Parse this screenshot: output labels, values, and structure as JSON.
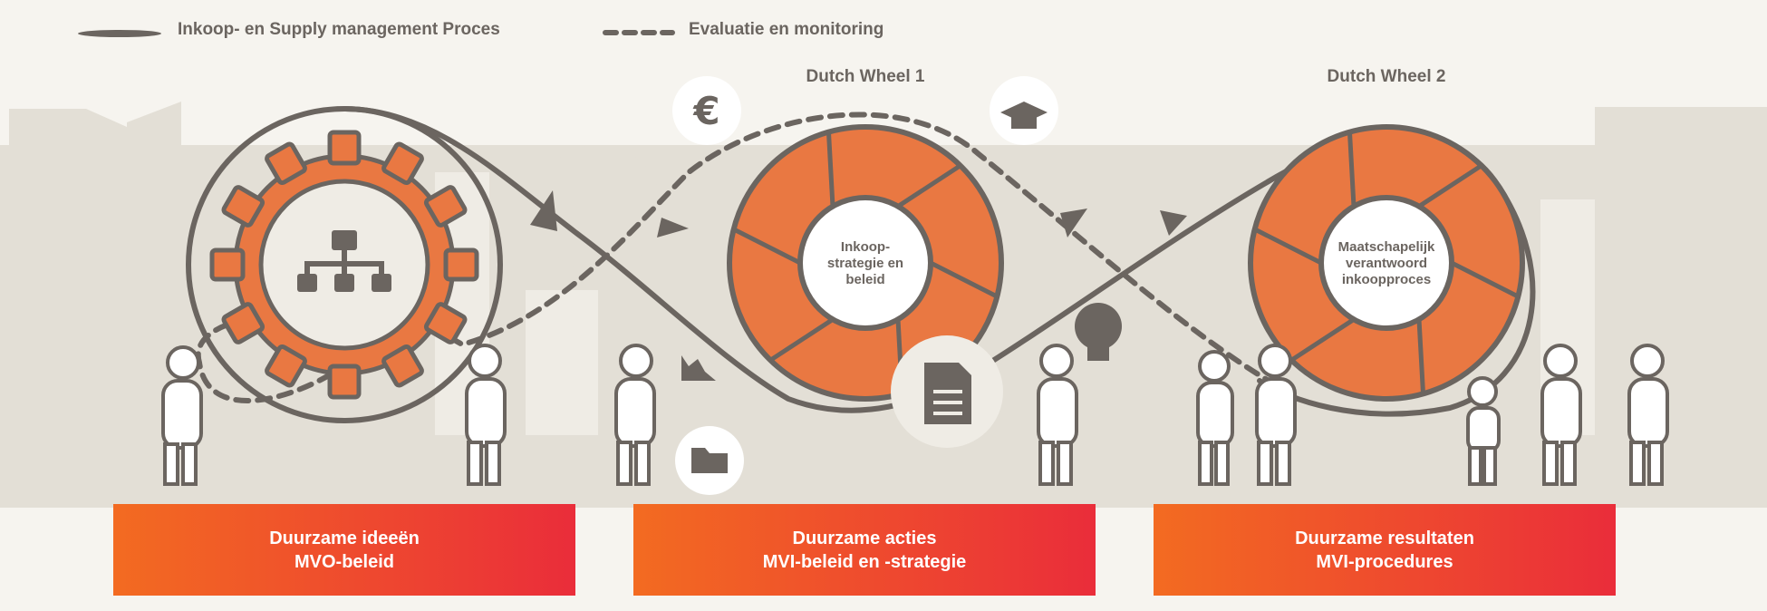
{
  "legend": {
    "solid_label": "Inkoop- en Supply management Proces",
    "dashed_label": "Evaluatie en monitoring"
  },
  "wheels": [
    {
      "title": "Dutch Wheel 1",
      "center_text": [
        "Inkoop-",
        "strategie en",
        "beleid"
      ]
    },
    {
      "title": "Dutch Wheel 2",
      "center_text": [
        "Maatschapelijk",
        "verantwoord",
        "inkoopproces"
      ]
    }
  ],
  "banners": [
    {
      "line1": "Duurzame ideeën",
      "line2": "MVO-beleid"
    },
    {
      "line1": "Duurzame acties",
      "line2": "MVI-beleid en -strategie"
    },
    {
      "line1": "Duurzame resultaten",
      "line2": "MVI-procedures"
    }
  ],
  "icons": [
    "euro-icon",
    "graduation-cap-icon",
    "lightbulb-icon",
    "document-icon",
    "folder-icon",
    "chart-icon",
    "org-chart-icon",
    "gear-icon"
  ],
  "colors": {
    "background": "#f6f4ef",
    "skyline": "#e3dfd6",
    "line": "#6b6560",
    "orange": "#e97842",
    "gradient_start": "#f36b21",
    "gradient_end": "#ea2d3a"
  }
}
